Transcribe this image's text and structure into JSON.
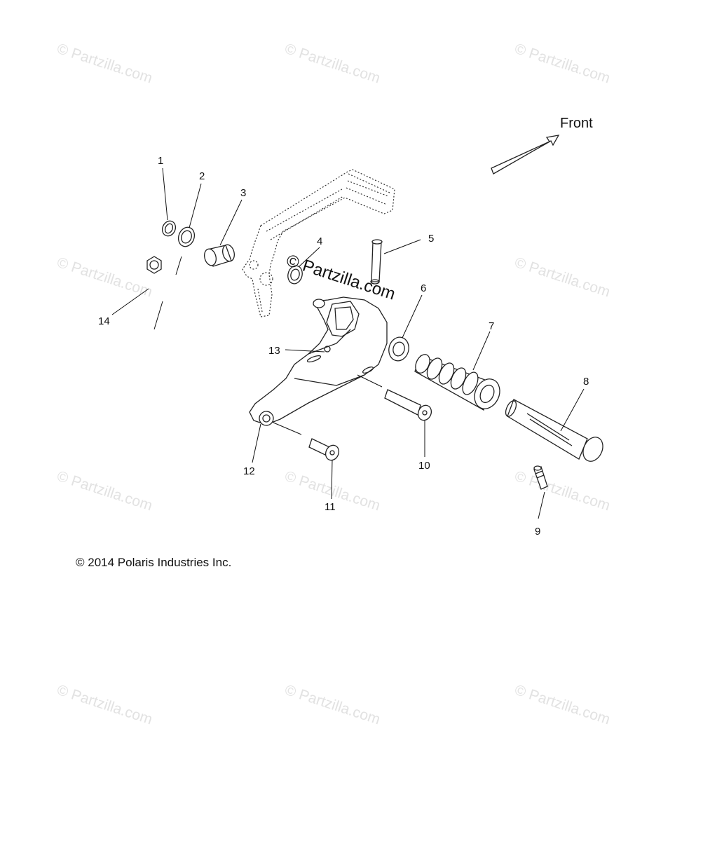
{
  "watermark_text": "© Partzilla.com",
  "center_watermark": "© Partzilla.com",
  "front_label": "Front",
  "copyright": "© 2014 Polaris Industries Inc.",
  "callouts": [
    "1",
    "2",
    "3",
    "4",
    "5",
    "6",
    "7",
    "8",
    "9",
    "10",
    "11",
    "12",
    "13",
    "14"
  ]
}
